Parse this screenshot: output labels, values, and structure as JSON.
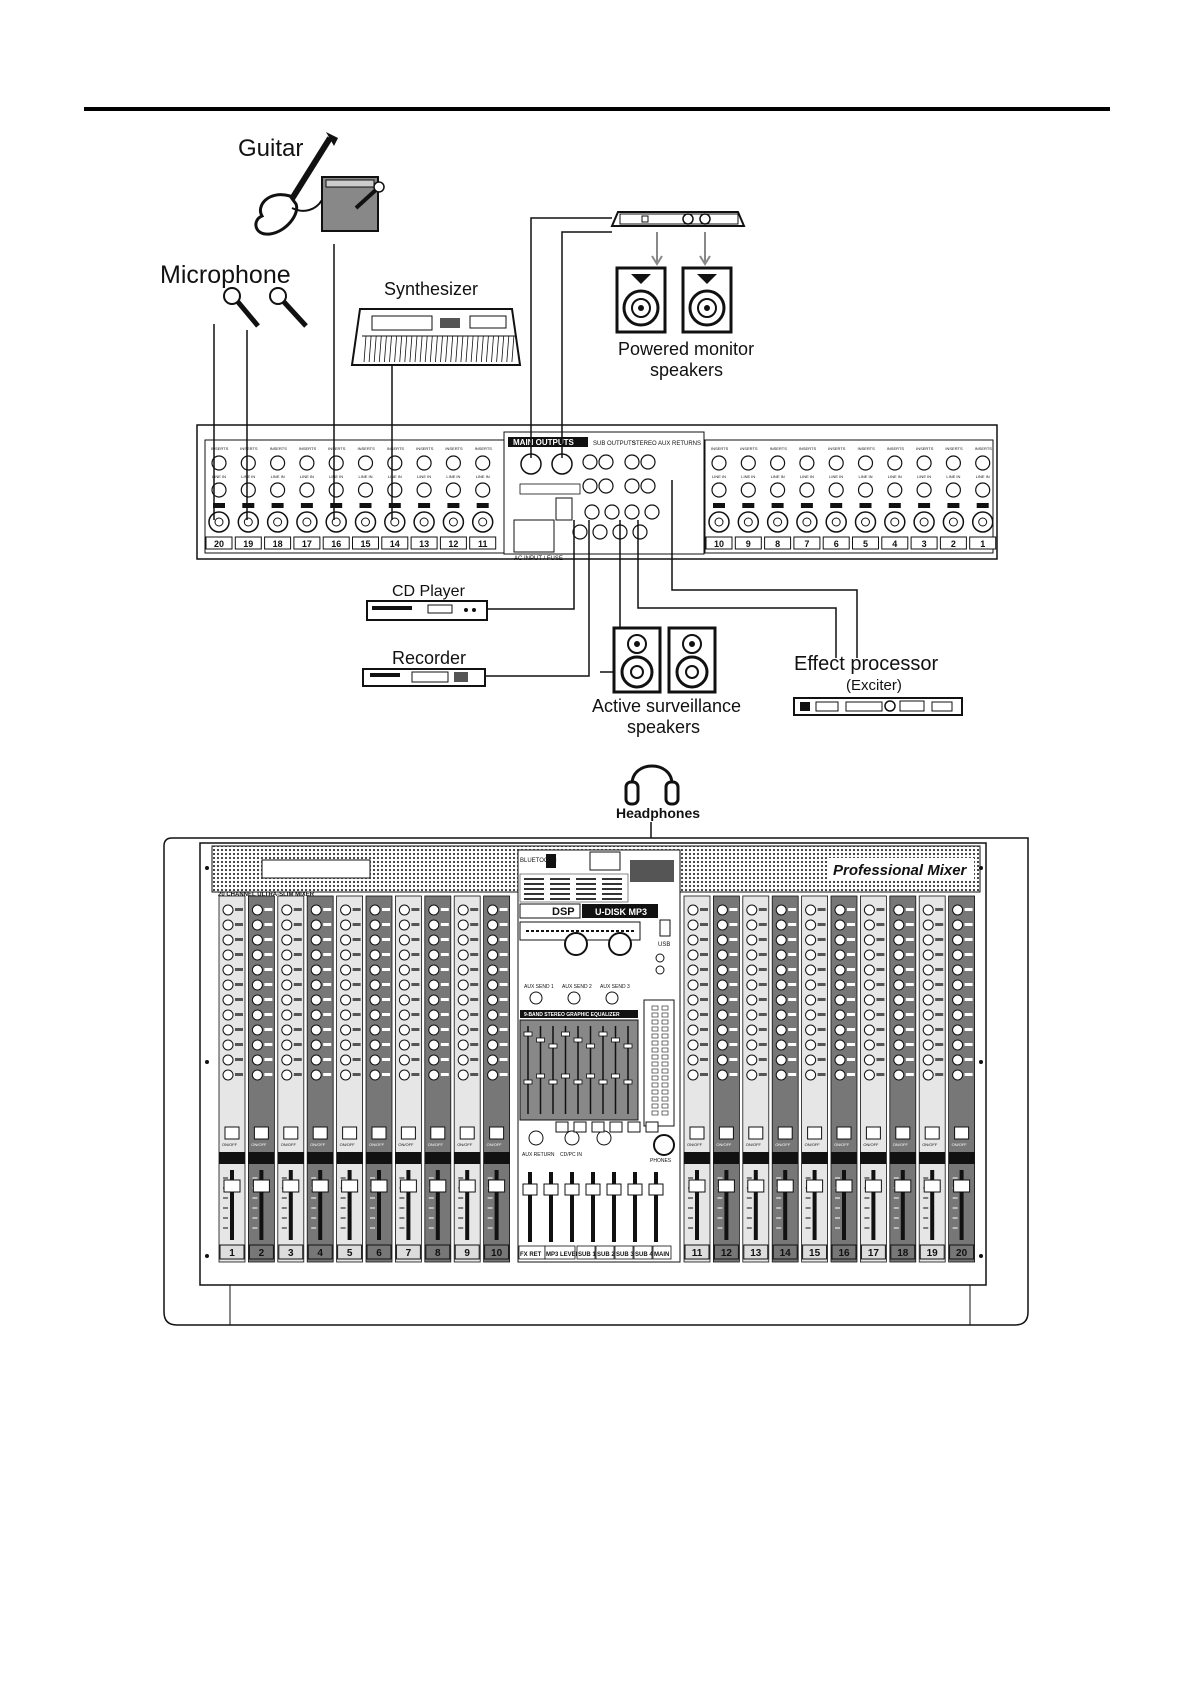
{
  "labels": {
    "guitar": "Guitar",
    "microphone": "Microphone",
    "synthesizer": "Synthesizer",
    "powered_monitor_line1": "Powered monitor",
    "powered_monitor_line2": "speakers",
    "cd_player": "CD Player",
    "recorder": "Recorder",
    "active_surveillance_line1": "Active surveillance",
    "active_surveillance_line2": "speakers",
    "effect_processor": "Effect processor",
    "exciter": "(Exciter)",
    "headphones": "Headphones"
  },
  "rear_panel": {
    "main_outputs": "MAIN OUTPUTS",
    "sub_outputs": "SUB OUTPUTS",
    "stereo_aux_returns": "STEREO AUX RETURNS",
    "ac_input": "AC INPUT / FUSE",
    "insert": "INSERTS",
    "line_in": "LINE IN",
    "channels_left": [
      "20",
      "19",
      "18",
      "17",
      "16",
      "15",
      "14",
      "13",
      "12",
      "11"
    ],
    "channels_right": [
      "10",
      "9",
      "8",
      "7",
      "6",
      "5",
      "4",
      "3",
      "2",
      "1"
    ]
  },
  "mixer": {
    "brand": "Professional Mixer",
    "model": "20 CHANNEL ULTRA-SLIM MIXER",
    "bluetooth": "BLUETOOTH",
    "dsp": "DSP",
    "mp3": "U-DISK MP3",
    "usb": "USB",
    "eq_title": "9-BAND STEREO GRAPHIC EQUALIZER",
    "aux_send_1": "AUX SEND 1",
    "aux_send_2": "AUX SEND 2",
    "aux_send_3": "AUX SEND 3",
    "aux_return": "AUX RETURN",
    "cd_return": "CD/PC IN",
    "phones": "PHONES",
    "on_off": "ON/OFF",
    "master_labels": [
      "FX RET",
      "MP3 LEVEL",
      "SUB 1",
      "SUB 2",
      "SUB 3",
      "SUB 4",
      "MAIN"
    ],
    "channels_left": [
      "1",
      "2",
      "3",
      "4",
      "5",
      "6",
      "7",
      "8",
      "9",
      "10"
    ],
    "channels_right": [
      "11",
      "12",
      "13",
      "14",
      "15",
      "16",
      "17",
      "18",
      "19",
      "20"
    ]
  },
  "colors": {
    "line": "#111111",
    "dark_strip": "#777777",
    "light_strip": "#e6e6e6",
    "grille": "#9a9a9a"
  }
}
